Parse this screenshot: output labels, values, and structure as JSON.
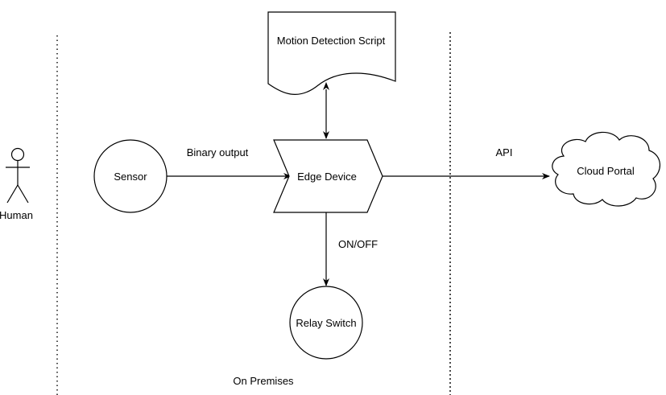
{
  "colors": {
    "stroke": "#000000",
    "background": "#ffffff",
    "text": "#000000"
  },
  "nodes": {
    "human": {
      "label": "Human",
      "shape": "actor"
    },
    "sensor": {
      "label": "Sensor",
      "shape": "circle"
    },
    "edge_device": {
      "label": "Edge Device",
      "shape": "step"
    },
    "motion_script": {
      "label": "Motion Detection Script",
      "shape": "document"
    },
    "cloud_portal": {
      "label": "Cloud Portal",
      "shape": "cloud"
    },
    "relay_switch": {
      "label": "Relay Switch",
      "shape": "circle"
    }
  },
  "edges": {
    "sensor_to_edge": {
      "label": "Binary output"
    },
    "edge_to_cloud": {
      "label": "API"
    },
    "edge_to_relay": {
      "label": "ON/OFF"
    },
    "edge_script": {
      "label": ""
    }
  },
  "zones": {
    "on_premises": {
      "label": "On Premises"
    }
  }
}
